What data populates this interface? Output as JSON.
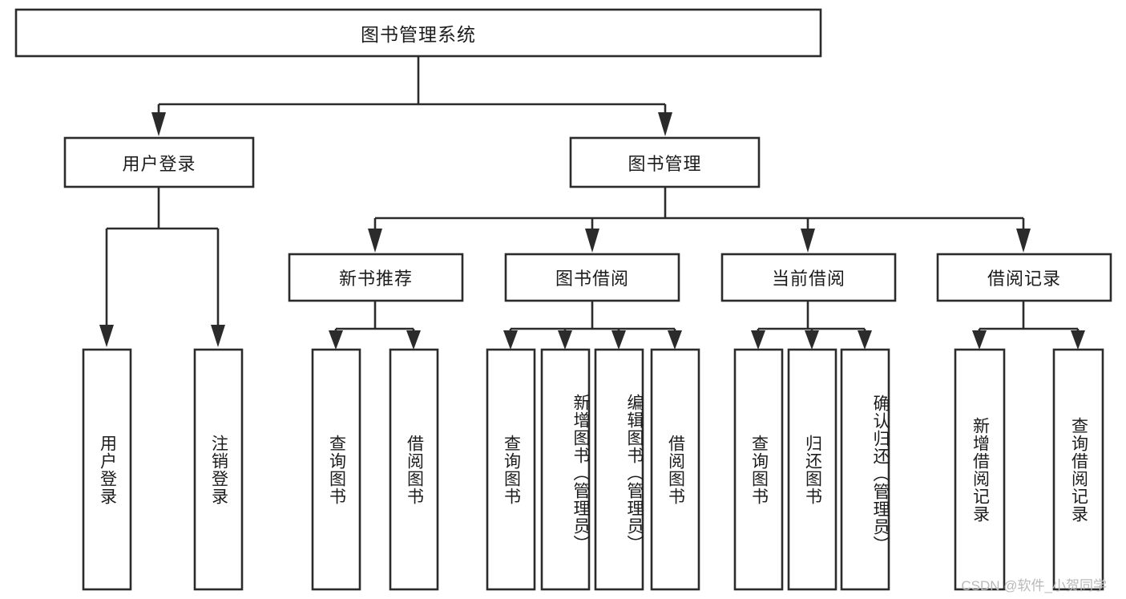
{
  "diagram": {
    "type": "tree-hierarchy",
    "title": "图书管理系统",
    "watermark": "CSDN @软件_小贺同学",
    "colors": {
      "background": "#ffffff",
      "box_stroke": "#2b2b2b",
      "box_fill": "#ffffff",
      "text": "#1c1c1c",
      "watermark": "#b9b9b9"
    },
    "root": {
      "label": "图书管理系统"
    },
    "level2": [
      {
        "label": "用户登录"
      },
      {
        "label": "图书管理"
      }
    ],
    "level3": [
      {
        "label": "新书推荐"
      },
      {
        "label": "图书借阅"
      },
      {
        "label": "当前借阅"
      },
      {
        "label": "借阅记录"
      }
    ],
    "leaves": {
      "user_login": [
        {
          "label": "用户登录"
        },
        {
          "label": "注销登录"
        }
      ],
      "new_book_recommend": [
        {
          "label": "查询图书"
        },
        {
          "label": "借阅图书"
        }
      ],
      "book_borrow": [
        {
          "label": "查询图书"
        },
        {
          "label": "新增图书（管理员）"
        },
        {
          "label": "编辑图书（管理员）"
        },
        {
          "label": "借阅图书"
        }
      ],
      "current_borrow": [
        {
          "label": "查询图书"
        },
        {
          "label": "归还图书"
        },
        {
          "label": "确认归还（管理员）"
        }
      ],
      "borrow_record": [
        {
          "label": "新增借阅记录"
        },
        {
          "label": "查询借阅记录"
        }
      ]
    }
  }
}
